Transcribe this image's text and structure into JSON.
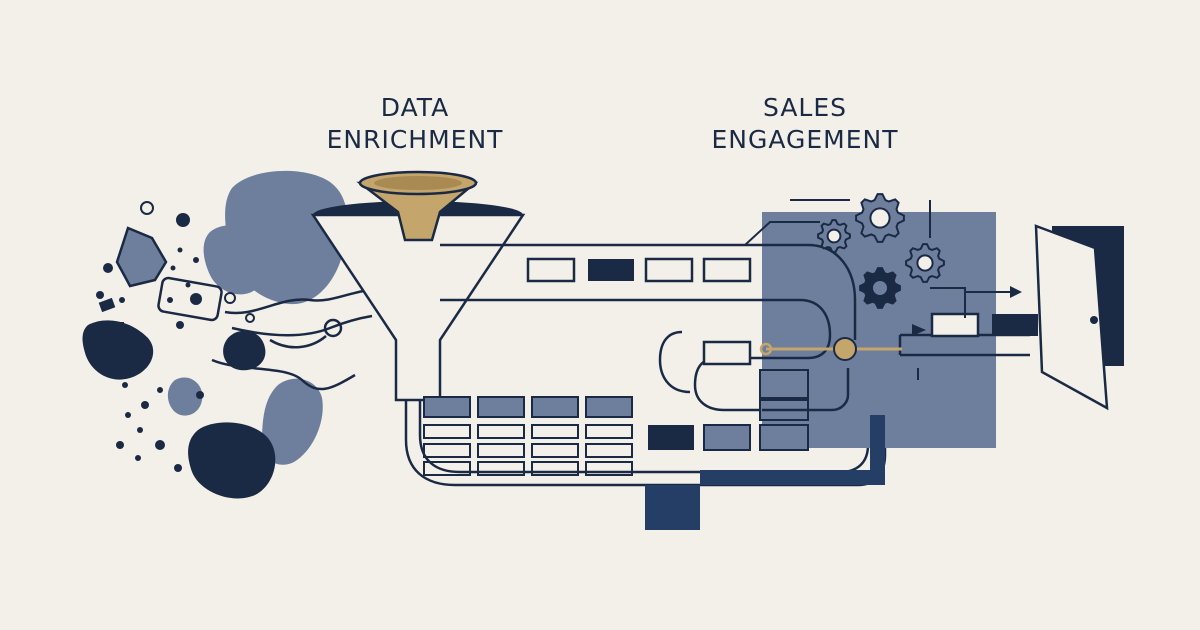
{
  "labels": {
    "data_enrichment": [
      "DATA",
      "ENRICHMENT"
    ],
    "sales_engagement": [
      "SALES",
      "ENGAGEMENT"
    ]
  },
  "colors": {
    "background": "#f3f0e9",
    "ink": "#1b2a44",
    "slate": "#6e7f9d",
    "navy": "#243e66",
    "gold": "#c4a56b"
  },
  "icons": [
    "gear-icon",
    "door-icon",
    "funnel-icon",
    "arrow-right-icon"
  ]
}
